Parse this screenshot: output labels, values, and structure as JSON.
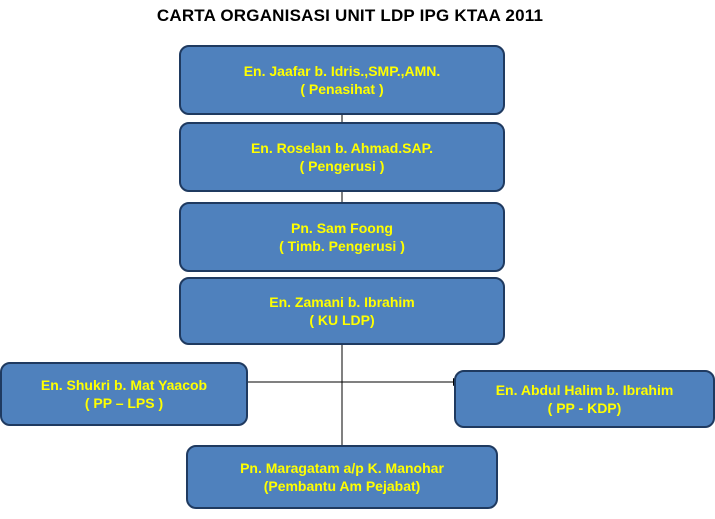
{
  "title": "CARTA ORGANISASI UNIT LDP IPG KTAA 2011",
  "colors": {
    "box_fill": "#4f81bd",
    "box_border": "#1f3a60",
    "box_text": "#ffff00",
    "title_text": "#000000",
    "connector": "#000000"
  },
  "nodes": {
    "penasihat": {
      "name": "En. Jaafar b. Idris.,SMP.,AMN.",
      "role": "( Penasihat )"
    },
    "pengerusi": {
      "name": "En. Roselan b. Ahmad.SAP.",
      "role": "( Pengerusi )"
    },
    "timb_pengerusi": {
      "name": "Pn. Sam Foong",
      "role": "( Timb. Pengerusi )"
    },
    "ku_ldp": {
      "name": "En. Zamani b. Ibrahim",
      "role": "( KU LDP)"
    },
    "pp_lps": {
      "name": "En. Shukri b. Mat Yaacob",
      "role": "( PP – LPS )"
    },
    "pp_kdp": {
      "name": "En. Abdul Halim b. Ibrahim",
      "role": "( PP - KDP)"
    },
    "pembantu": {
      "name": "Pn. Maragatam a/p K. Manohar",
      "role": "(Pembantu  Am Pejabat)"
    }
  }
}
